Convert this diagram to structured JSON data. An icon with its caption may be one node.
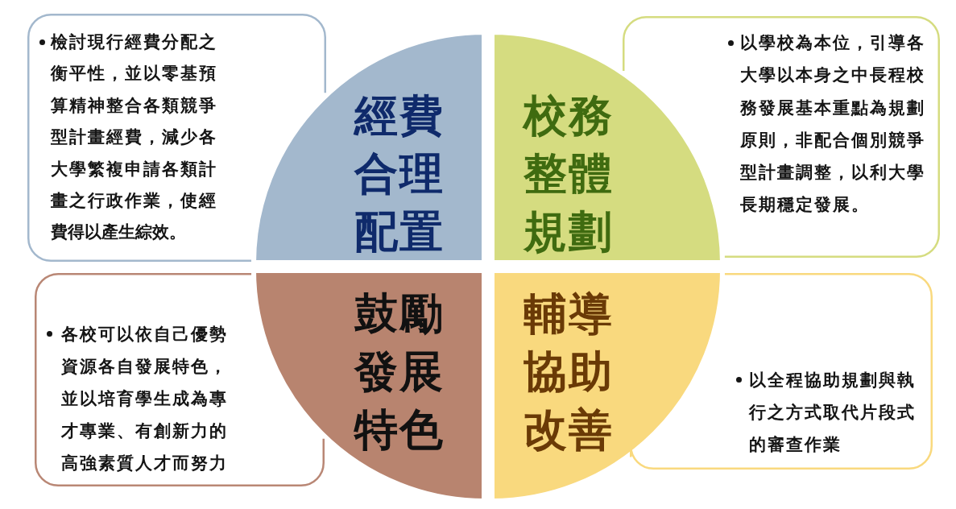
{
  "diagram": {
    "nodes": [
      {
        "text": [
          "檢討現行經費分配之衡平性，並以零基預算精神整合各類競爭型計畫經費，減少各大學繁複申請各類計畫之行政作業，使經費得以產生綜效。"
        ]
      },
      {
        "text": [
          "經費合理配置"
        ]
      },
      {
        "text": [
          "校務整體規劃"
        ]
      },
      {
        "text": [
          "以學校為本位，引導各大學以本身之中長程校務發展基本重點為規劃原則，非配合個別競爭型計畫調整，以利大學長期穩定發展。"
        ]
      },
      {
        "text": [
          "各校可以依自己優勢資源各自發展特色，並以培育學生成為專才專業、有創新力的高強素質人才而努力"
        ]
      },
      {
        "text": [
          "鼓勵發展特色"
        ]
      },
      {
        "text": [
          "輔導協助改善"
        ]
      },
      {
        "text": [
          "以全程協助規劃與執行之方式取代片段式的審查作業"
        ]
      }
    ]
  }
}
